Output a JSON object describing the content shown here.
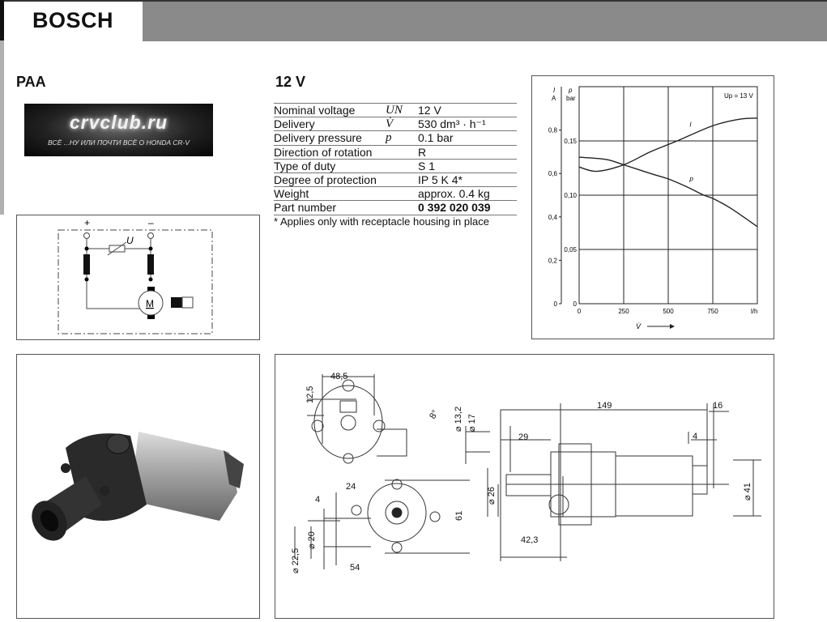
{
  "header": {
    "brand": "BOSCH"
  },
  "product": {
    "code": "PAA",
    "voltage_title": "12 V"
  },
  "watermark": {
    "site": "crvclub.ru",
    "tagline": "ВСЁ ...НУ ИЛИ ПОЧТИ ВСЁ О HONDA CR-V"
  },
  "specs": {
    "rows": [
      {
        "label": "Nominal voltage",
        "symbol": "UN",
        "value": "12 V"
      },
      {
        "label": "Delivery",
        "symbol": "V̇",
        "value": "530 dm³ · h⁻¹"
      },
      {
        "label": "Delivery pressure",
        "symbol": "p",
        "value": "0.1 bar"
      },
      {
        "label": "Direction of rotation",
        "symbol": "",
        "value": "R"
      },
      {
        "label": "Type of duty",
        "symbol": "",
        "value": "S 1"
      },
      {
        "label": "Degree of protection",
        "symbol": "",
        "value": "IP 5 K 4*"
      },
      {
        "label": "Weight",
        "symbol": "",
        "value": "approx. 0.4 kg"
      },
      {
        "label": "Part number",
        "symbol": "",
        "value": "0 392 020 039"
      }
    ],
    "footnote": "* Applies only with receptacle housing in place"
  },
  "schematic": {
    "plus": "+",
    "minus": "–",
    "resistor": "U",
    "motor": "M"
  },
  "chart_data": {
    "type": "line",
    "title": "",
    "annotation": "Up = 13 V",
    "xlabel": "V̇",
    "x_unit": "l/h",
    "xlim": [
      0,
      1000
    ],
    "x_ticks": [
      "0",
      "250",
      "500",
      "750"
    ],
    "y_left": {
      "label": "I",
      "unit": "A",
      "ylim": [
        0,
        1.0
      ],
      "ticks": [
        "0",
        "0,2",
        "0,4",
        "0,6",
        "0,8"
      ]
    },
    "y_right": {
      "label": "p",
      "unit": "bar",
      "ylim": [
        0,
        0.2
      ],
      "ticks": [
        "0",
        "0,05",
        "0,10",
        "0,15"
      ]
    },
    "grid": true,
    "series": [
      {
        "name": "I",
        "axis": "left",
        "x": [
          0,
          100,
          250,
          400,
          550,
          750,
          900,
          1000
        ],
        "values": [
          0.63,
          0.61,
          0.64,
          0.7,
          0.75,
          0.82,
          0.85,
          0.855
        ]
      },
      {
        "name": "p",
        "axis": "right",
        "x": [
          0,
          150,
          250,
          400,
          500,
          600,
          700,
          750,
          850,
          1000
        ],
        "values": [
          0.135,
          0.133,
          0.128,
          0.12,
          0.115,
          0.108,
          0.1,
          0.097,
          0.088,
          0.071
        ]
      }
    ]
  },
  "drawing": {
    "dims": {
      "w485": "48,5",
      "h125": "12,5",
      "d132": "⌀ 13,2",
      "d17": "⌀ 17",
      "ang": "8°",
      "w24": "24",
      "w4a": "4",
      "d225": "⌀ 22,5",
      "d20": "⌀ 20",
      "h61": "61",
      "w54": "54",
      "l149": "149",
      "l16": "16",
      "l29": "29",
      "l4b": "4",
      "d26": "⌀ 26",
      "d41": "⌀ 41",
      "l423": "42,3"
    }
  }
}
